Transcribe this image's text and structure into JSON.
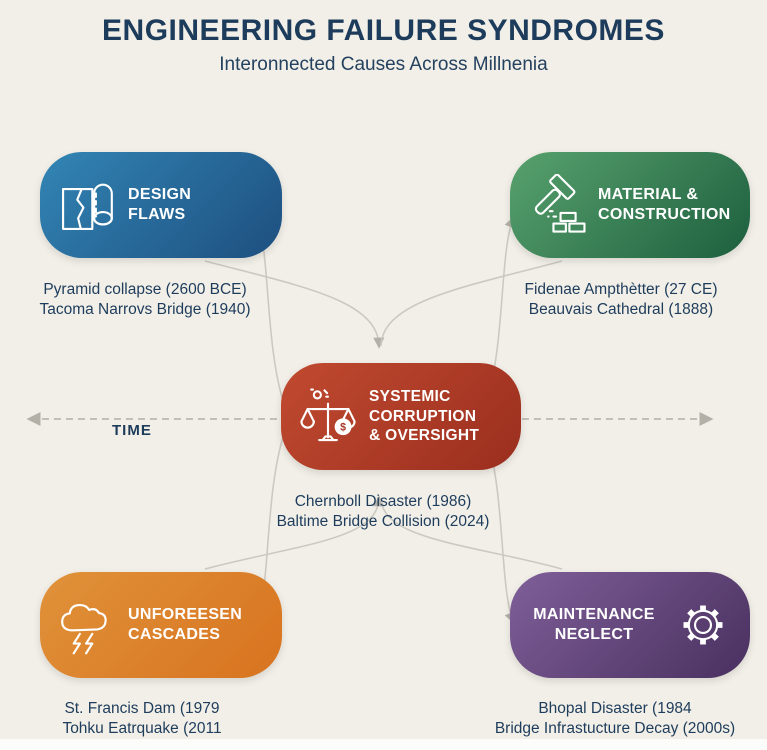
{
  "header": {
    "title": "ENGINEERING FAILURE SYNDROMES",
    "subtitle": "Interonnected Causes Across Millnenia"
  },
  "time_axis": {
    "label": "TIME"
  },
  "colors": {
    "background": "#f1efe7",
    "text_navy": "#1d3b5a",
    "connector_gray": "#c9c6bd"
  },
  "nodes": [
    {
      "id": "design-flaws",
      "label": "DESIGN\nFLAWS",
      "icon": "blueprint-crack-icon",
      "color_start": "#3285b5",
      "color_end": "#1d4f7f",
      "events": [
        "Pyramid collapse (2600 BCE)",
        "Tacoma Narrovs Bridge (1940)"
      ]
    },
    {
      "id": "material-construction",
      "label": "MATERIAL &\nCONSTRUCTION",
      "icon": "hammer-bricks-icon",
      "color_start": "#58a26e",
      "color_end": "#1d5f3e",
      "events": [
        "Fidenae Ampthètter (27 CE)",
        "Beauvais Cathedral (1888)"
      ]
    },
    {
      "id": "systemic-corruption",
      "label": "SYSTEMIC\nCORRUPTION\n& OVERSIGHT",
      "icon": "scales-money-icon",
      "color_start": "#c14a30",
      "color_end": "#9a2e1e",
      "events": [
        "Chernboll Disaster (1986)",
        "Baltime Bridge Collision (2024)"
      ]
    },
    {
      "id": "unforeseen-cascades",
      "label": "UNFOREESEN\nCASCADES",
      "icon": "storm-cloud-icon",
      "color_start": "#e0923a",
      "color_end": "#d8731f",
      "events": [
        "St. Francis Dam (1979",
        "Tohku Eatrquake (2011"
      ]
    },
    {
      "id": "maintenance-neglect",
      "label": "MAINTENANCE\nNEGLECT",
      "icon": "gear-icon",
      "color_start": "#7f5f99",
      "color_end": "#49305f",
      "events": [
        "Bhopal Disaster (1984",
        "Bridge Infrastucture Decay (2000s)"
      ]
    }
  ]
}
